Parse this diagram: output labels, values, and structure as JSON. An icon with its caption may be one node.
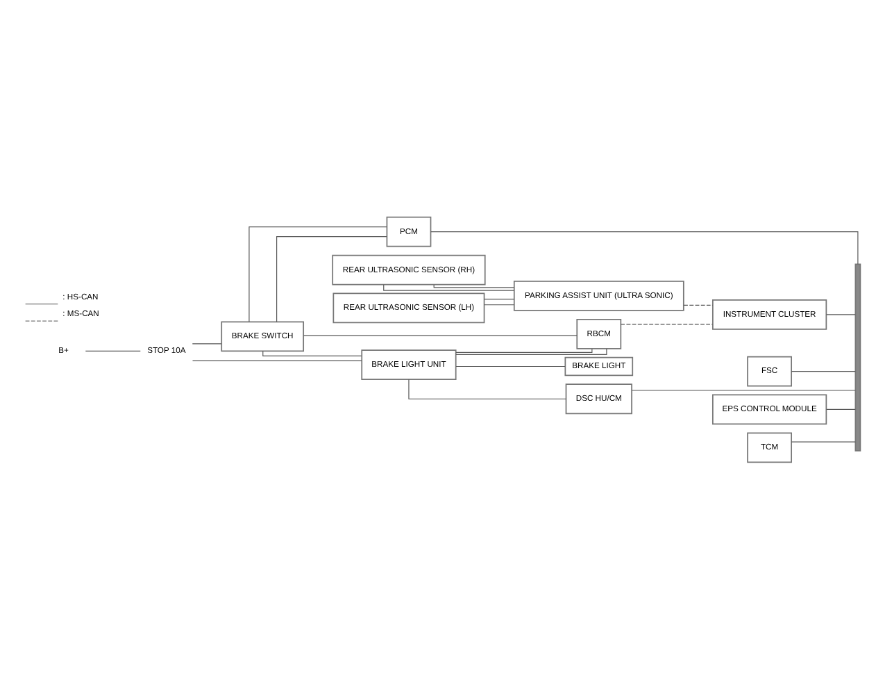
{
  "diagram": {
    "nodes": [
      {
        "text": [
          "B+"
        ]
      },
      {
        "text": [
          "STOP 10A"
        ]
      },
      {
        "text": [
          "BRAKE SWITCH"
        ]
      },
      {
        "text": [
          "PCM"
        ]
      },
      {
        "text": [
          "FSC"
        ]
      },
      {
        "text": [
          "EPS CONTROL MODULE"
        ]
      },
      {
        "text": [
          "TCM"
        ]
      },
      {
        "text": [
          "DSC HU/CM"
        ]
      },
      {
        "text": [
          "INSTRUMENT CLUSTER"
        ]
      },
      {
        "text": [
          "RBCM"
        ]
      },
      {
        "text": [
          "BRAKE LIGHT UNIT"
        ]
      },
      {
        "text": [
          "BRAKE LIGHT"
        ]
      },
      {
        "text": [
          "PARKING ASSIST UNIT (ULTRA SONIC)"
        ]
      },
      {
        "text": [
          "REAR ULTRASONIC SENSOR (LH)"
        ]
      },
      {
        "text": [
          "REAR ULTRASONIC SENSOR (RH)"
        ]
      },
      {
        "text": [],
        "shape": "bar"
      }
    ],
    "edges": [
      {
        "from": 0,
        "to": 1,
        "arrow": "none"
      },
      {
        "from": 1,
        "to": 2,
        "arrow": "none"
      },
      {
        "from": 1,
        "to": 10,
        "arrow": "none"
      },
      {
        "from": 2,
        "to": 3,
        "arrow": "none"
      },
      {
        "from": 2,
        "to": 3,
        "arrow": "none"
      },
      {
        "from": 2,
        "to": 10,
        "arrow": "none"
      },
      {
        "from": 2,
        "to": 9,
        "arrow": "none"
      },
      {
        "from": 10,
        "to": 9,
        "arrow": "none"
      },
      {
        "from": 10,
        "to": 9,
        "arrow": "none"
      },
      {
        "from": 10,
        "to": 11,
        "arrow": "none"
      },
      {
        "from": 10,
        "to": 7,
        "arrow": "none"
      },
      {
        "from": 4,
        "to": 15,
        "arrow": "none"
      },
      {
        "from": 5,
        "to": 15,
        "arrow": "none"
      },
      {
        "from": 6,
        "to": 15,
        "arrow": "none"
      },
      {
        "from": 3,
        "to": 15,
        "arrow": "none"
      },
      {
        "from": 7,
        "to": 15,
        "arrow": "none"
      },
      {
        "from": 8,
        "to": 15,
        "arrow": "none"
      },
      {
        "from": 9,
        "to": 8,
        "arrow": "none",
        "style": "dashed"
      },
      {
        "from": 12,
        "to": 8,
        "arrow": "none",
        "style": "dashed"
      },
      {
        "from": 13,
        "to": 12,
        "arrow": "none"
      },
      {
        "from": 13,
        "to": 12,
        "arrow": "none"
      },
      {
        "from": 14,
        "to": 12,
        "arrow": "none"
      },
      {
        "from": 14,
        "to": 12,
        "arrow": "none"
      }
    ],
    "legend": [
      {
        "text": ": HS-CAN"
      },
      {
        "text": ": MS-CAN"
      }
    ]
  }
}
